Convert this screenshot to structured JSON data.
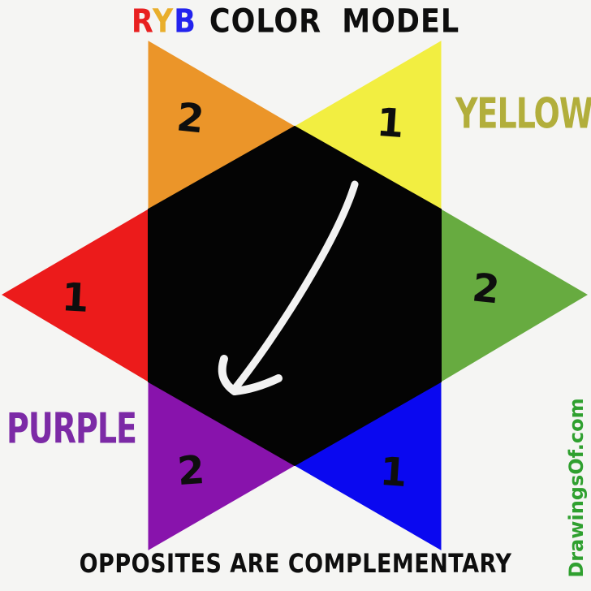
{
  "title": {
    "r": "R",
    "y": "Y",
    "b": "B",
    "rest": "COLOR MODEL"
  },
  "star": {
    "segments": [
      {
        "id": "orange",
        "parts_label": "2"
      },
      {
        "id": "yellow",
        "parts_label": "1"
      },
      {
        "id": "green",
        "parts_label": "2"
      },
      {
        "id": "blue",
        "parts_label": "1"
      },
      {
        "id": "purple",
        "parts_label": "2"
      },
      {
        "id": "red",
        "parts_label": "1"
      }
    ]
  },
  "arrow": {
    "points_from_segment": "yellow",
    "points_to_segment": "purple"
  },
  "labels": {
    "yellow": "YELLOW",
    "purple": "PURPLE"
  },
  "caption": "OPPOSITES ARE COMPLEMENTARY",
  "watermark": "DrawingsOf.com",
  "colors": {
    "background": "#f5f5f3",
    "ink": "#0e0e0e",
    "center": "#040404",
    "arrow": "#f2f2f2",
    "orange": "#eb9529",
    "yellow": "#f2ee41",
    "green": "#67ab40",
    "blue": "#0a08f0",
    "purple": "#8813ac",
    "red": "#ec1b1b",
    "title_r": "#e82020",
    "title_y": "#e9ae2b",
    "title_b": "#2323ee",
    "label_yellow": "#b2ae3b",
    "label_purple": "#7c2aa6",
    "watermark": "#2fa02f"
  }
}
